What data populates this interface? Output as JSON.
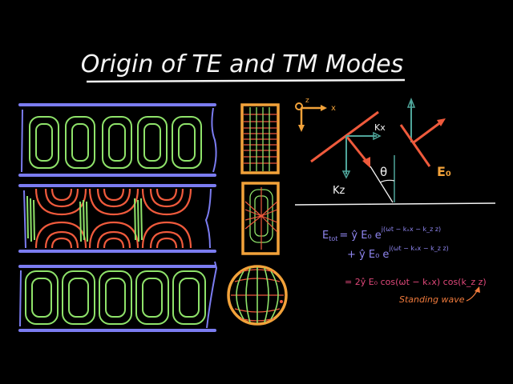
{
  "title": "Origin of TE and TM Modes",
  "colors": {
    "background": "#000000",
    "wall": "#7b7cf0",
    "efield": "#8fe36a",
    "hfield": "#ef5a3c",
    "crosssection": "#f2a23a",
    "chalk": "#f4f4f4",
    "axis": "#f2a23a",
    "teal": "#4fa59a",
    "equation": "#8f86f0",
    "result": "#e0487a",
    "note": "#f07a3c"
  },
  "waveguides": [
    {
      "name": "mode-te-top",
      "loops": 5,
      "type": "closed-loops"
    },
    {
      "name": "mode-middle",
      "cells": 3,
      "type": "arches"
    },
    {
      "name": "mode-bottom",
      "loops": 5,
      "type": "closed-loops"
    }
  ],
  "cross_sections": [
    {
      "name": "rectangular-grid"
    },
    {
      "name": "rectangular-radial"
    },
    {
      "name": "circular-globe"
    }
  ],
  "diagram": {
    "axis_z_label": "z",
    "axis_x_label": "x",
    "kx_label": "Kx",
    "kz_label": "Kz",
    "theta_label": "θ",
    "e0_label": "E₀"
  },
  "equations": {
    "line1_lhs": "E",
    "line1_sub": "tot",
    "line1_mid": "= ŷ E₀ e",
    "line1_exp": "j(ωt − kₓx − k_z z)",
    "line2_mid": "+ ŷ E₀ e",
    "line2_exp": "j(ωt − kₓx − k_z z)",
    "line3": "= 2ŷ E₀ cos(ωt − kₓx) cos(k_z z)",
    "note": "Standing wave"
  }
}
